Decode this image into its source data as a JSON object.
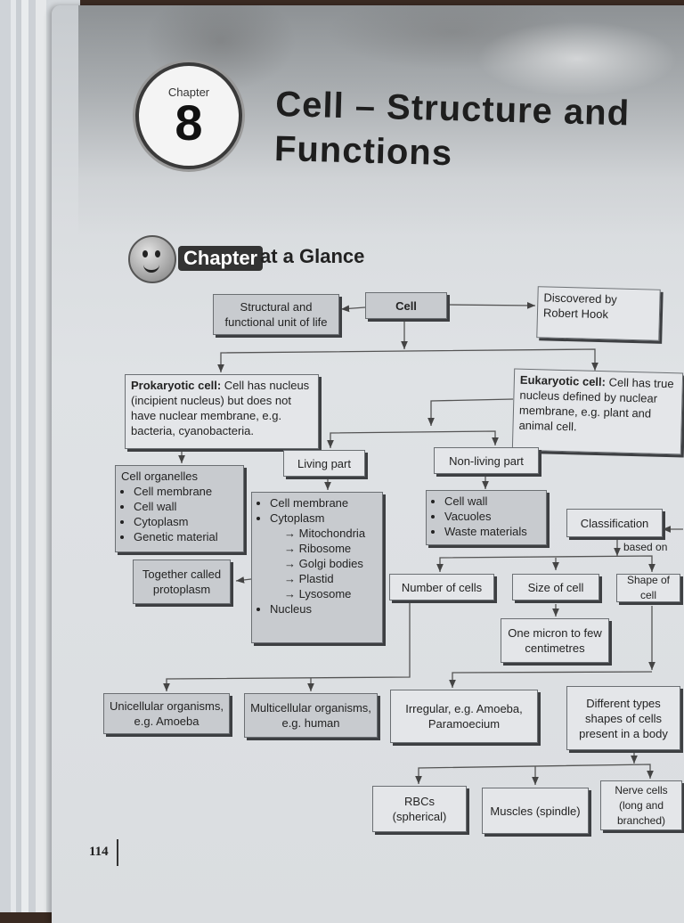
{
  "chapter": {
    "label": "Chapter",
    "number": "8",
    "title": "Cell – Structure and Functions"
  },
  "glance": {
    "chip": "Chapter",
    "rest": "at a Glance"
  },
  "nodes": {
    "structural": "Structural and functional unit of life",
    "cell": "Cell",
    "discovered": "Discovered by Robert Hook",
    "prokaryotic_head": "Prokaryotic cell:",
    "prokaryotic_body": "Cell has nucleus (incipient nucleus) but does not have nuclear membrane, e.g. bacteria, cyanobacteria.",
    "eukaryotic_head": "Eukaryotic cell:",
    "eukaryotic_body": "Cell has true nucleus defined by nuclear membrane, e.g. plant and animal cell.",
    "organelles_title": "Cell organelles",
    "organelles": [
      "Cell membrane",
      "Cell wall",
      "Cytoplasm",
      "Genetic material"
    ],
    "living": "Living part",
    "nonliving": "Non-living part",
    "living_items": [
      "Cell membrane",
      "Cytoplasm"
    ],
    "cytoplasm_items": [
      "Mitochondria",
      "Ribosome",
      "Golgi bodies",
      "Plastid",
      "Lysosome"
    ],
    "living_last": "Nucleus",
    "nonliving_items": [
      "Cell wall",
      "Vacuoles",
      "Waste materials"
    ],
    "together": "Together called protoplasm",
    "classification": "Classification",
    "based_on": "based on",
    "number_of_cells": "Number of cells",
    "size_of_cell": "Size of cell",
    "shape_of_cell": "Shape of cell",
    "one_micron": "One micron to few centimetres",
    "unicellular": "Unicellular organisms, e.g. Amoeba",
    "multicellular": "Multicellular organisms, e.g. human",
    "irregular": "Irregular, e.g. Amoeba, Paramoecium",
    "different_types": "Different types shapes of cells present in a body",
    "rbcs": "RBCs (spherical)",
    "muscles": "Muscles (spindle)",
    "nerve": "Nerve cells (long and branched)"
  },
  "page_number": "114"
}
